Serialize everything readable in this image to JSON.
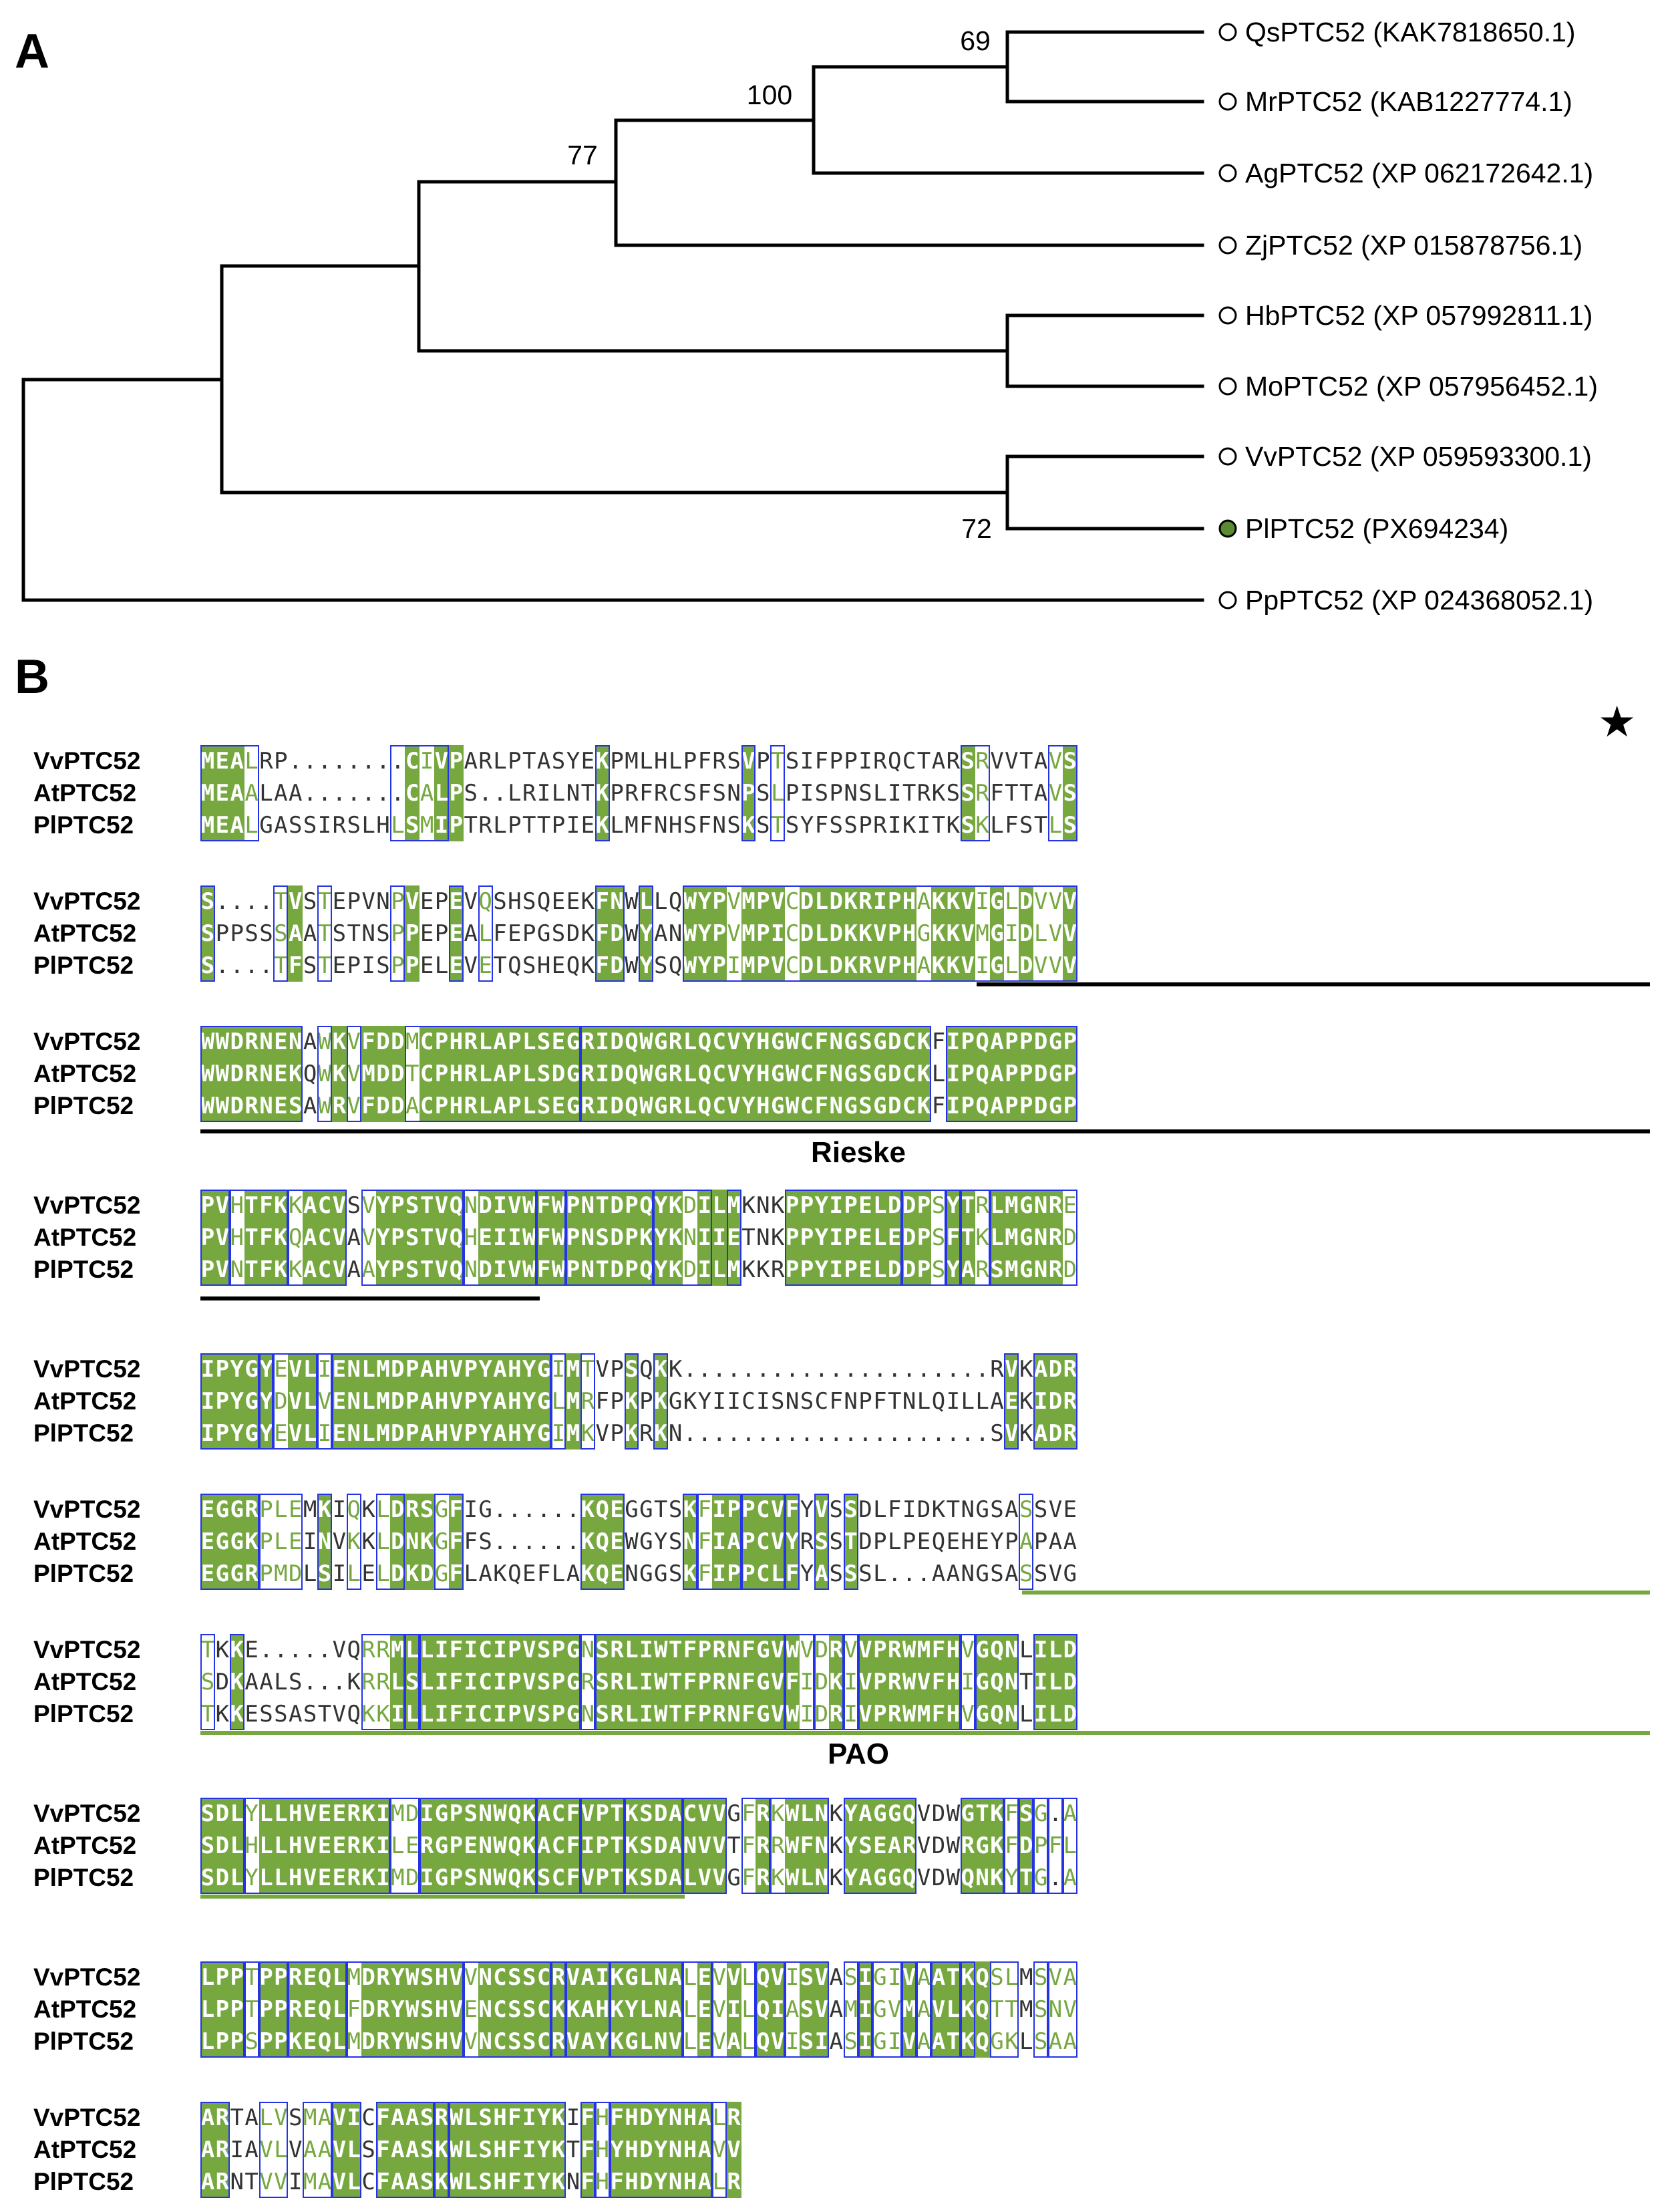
{
  "panels": {
    "a": "A",
    "b": "B"
  },
  "tree": {
    "leaves": [
      {
        "name": "QsPTC52 (KAK7818650.1)",
        "marker": "open"
      },
      {
        "name": "MrPTC52 (KAB1227774.1)",
        "marker": "open"
      },
      {
        "name": "AgPTC52 (XP 062172642.1)",
        "marker": "open"
      },
      {
        "name": "ZjPTC52 (XP 015878756.1)",
        "marker": "open"
      },
      {
        "name": "HbPTC52 (XP 057992811.1)",
        "marker": "open"
      },
      {
        "name": "MoPTC52 (XP 057956452.1)",
        "marker": "open"
      },
      {
        "name": "VvPTC52 (XP 059593300.1)",
        "marker": "open"
      },
      {
        "name": "PlPTC52 (PX694234)",
        "marker": "filled"
      },
      {
        "name": "PpPTC52 (XP 024368052.1)",
        "marker": "open"
      }
    ],
    "bootstrap": [
      "69",
      "100",
      "77",
      "72"
    ],
    "marker_fill_color": "#5a8a32"
  },
  "alignment": {
    "colors": {
      "identical_bg": "#76a83f",
      "similar_text": "#76a83f",
      "box_border": "#2433e6"
    },
    "sequence_names": [
      "VvPTC52",
      "AtPTC52",
      "PlPTC52"
    ],
    "blocks": [
      {
        "seqs": [
          "MEALRP........CIVPARLPTASYEKPMLHLPFRSVPTSIFPPIRQCTARSRVVTAVS",
          "MEAALAA.......CALPS..LRILNTKPRFRCSFSNPSLPISPNSLITRKSSRFTTAVS",
          "MEALGASSIRSLHLSMIPTRLPTTPIEKLMFNHSFNSKSTSYFSSPRIKITKSKLFSTLS"
        ]
      },
      {
        "seqs": [
          "S....TVSTEPVNPVEPEVQSHSQEEKFNWLLQWYPVMPVCDLDKRIPHAKKVIGLDVVV",
          "SPPSSSAATSTNSPPEPEALFEPGSDKFDWYANWYPVMPICDLDKKVPHGKKVMGIDLVV",
          "S....TFSTEPISPPELEVETQSHEQKFDWYSQWYPIMPVCDLDKRVPHAKKVIGLDVVV"
        ]
      },
      {
        "seqs": [
          "WWDRNENAWKVFDDMCPHRLAPLSEGRIDQWGRLQCVYHGWCFNGSGDCKFIPQAPPDGP",
          "WWDRNEKQWKVMDDTCPHRLAPLSDGRIDQWGRLQCVYHGWCFNGSGDCKLIPQAPPDGP",
          "WWDRNESAWRVFDDACPHRLAPLSEGRIDQWGRLQCVYHGWCFNGSGDCKFIPQAPPDGP"
        ]
      },
      {
        "seqs": [
          "PVHTFKKACVSVYPSTVQNDIVWFWPNTDPQYKDILMKNKPPYIPELDDPSYTRLMGNRE",
          "PVHTFKQACVAVYPSTVQHEIIWFWPNSDPKYKNIIETNKPPYIPELEDPSFTKLMGNRD",
          "PVNTFKKACVAAYPSTVQNDIVWFWPNTDPQYKDILMKKRPPYIPELDDPSYARSMGNRD"
        ]
      },
      {
        "seqs": [
          "IPYGYEVLIENLMDPAHVPYAHYGIMTVPSQKK.....................RVKADR",
          "IPYGYDVLVENLMDPAHVPYAHYGLMRFPKPKGKYIICISNSCFNPFTNLQILLAEKIDR",
          "IPYGYEVLIENLMDPAHVPYAHYGIMKVPKRKN.....................SVKADR"
        ]
      },
      {
        "seqs": [
          "EGGRPLEMKIQKLDRSGFIG......KQEGGTSKFIPPCVFYVSSDLFIDKTNGSASSVE",
          "EGGKPLEINVKKLDNKGFFS......KQEWGYSNFIAPCVYRSSTDPLPEQEHEYPAPAA",
          "EGGRPMDLSILELDKDGFLAKQEFLAKQENGGSKFIPPCLFYASSSL...AANGSASSVG"
        ]
      },
      {
        "seqs": [
          "TKKE.....VQRRMLLIFICIPVSPGNSRLIWTFPRNFGVWVDRVVPRWMFHVGQNLILD",
          "SDKAALS...KRRLSLIFICIPVSPGRSRLIWTFPRNFGVFIDKIVPRWVFHIGQNTILD",
          "TKKESSASTVQKKILLIFICIPVSPGNSRLIWTFPRNFGVWIDRIVPRWMFHVGQNLILD"
        ]
      },
      {
        "seqs": [
          "SDLYLLHVEERKIMDIGPSNWQKACFVPTKSDACVVGFRKWLNKYAGGQVDWGTKFSG.A",
          "SDLHLLHVEERKILERGPENWQKACFIPTKSDANVVTFRRWFNKYSEARVDWRGKFDPFL",
          "SDLYLLHVEERKIMDIGPSNWQKSCFVPTKSDALVVGFRKWLNKYAGGQVDWQNKYTG.A"
        ]
      },
      {
        "seqs": [
          "LPPTPPREQLMDRYWSHVVNCSSCRVAIKGLNALEVVLQVISVASIGIVAATKQSLMSVA",
          "LPPTPPREQLFDRYWSHVENCSSCKKAHKYLNALEVILQIASVAMIGVMAVLKQTTMSNV",
          "LPPSPPKEQLMDRYWSHVVNCSSCRVAYKGLNVLEVALQVISIASIGIVAATKQGKLSAA"
        ]
      },
      {
        "seqs": [
          "ARTALVSMAVICFAASRWLSHFIYKIFHFHDYNHALR",
          "ARIAVLVAAVLSFAASKWLSHFIYKTFHYHDYNHAVV",
          "ARNTVVIMAVLCFAASKWLSHFIYKNFHFHDYNHALR"
        ]
      }
    ],
    "domains": [
      {
        "label": "Rieske",
        "color": "#000000"
      },
      {
        "label": "PAO",
        "color": "#76a83f"
      }
    ],
    "star": "★"
  }
}
